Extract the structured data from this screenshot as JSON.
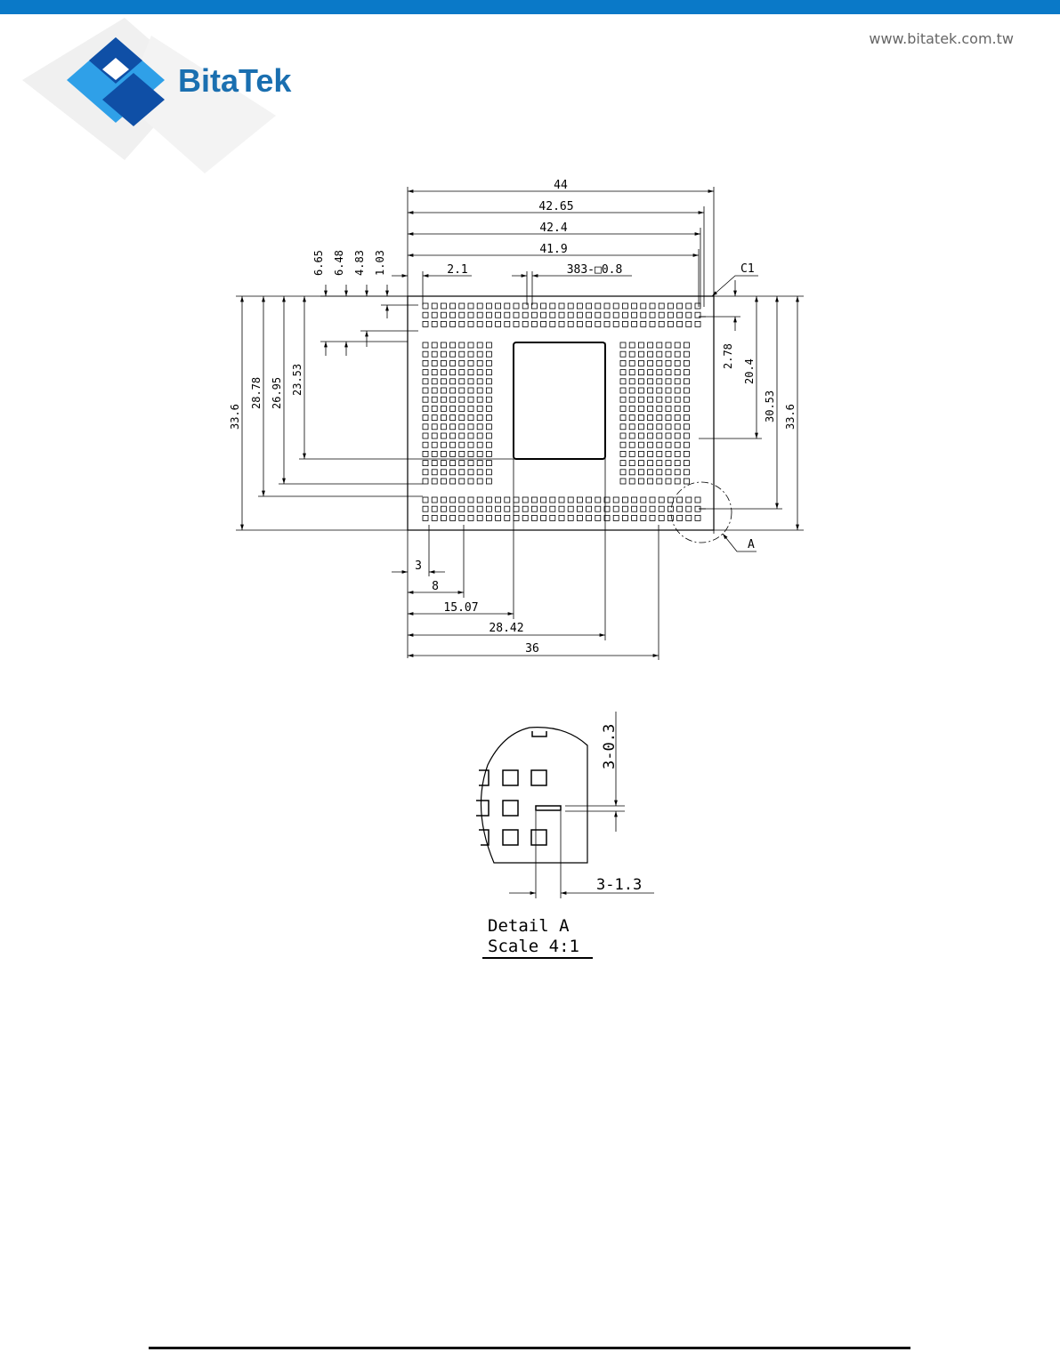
{
  "header": {
    "brand": "BitaTek",
    "url": "www.bitatek.com.tw",
    "bar_color": "#0a79c8",
    "logo_color_dark": "#0f4fa6",
    "logo_color_light": "#2fa0e8"
  },
  "drawing": {
    "top_dims": [
      "44",
      "42.65",
      "42.4",
      "41.9"
    ],
    "top_small": [
      "6.65",
      "6.48",
      "4.83",
      "1.03"
    ],
    "pitch_label": "2.1",
    "pad_spec": "383-□0.8",
    "chamfer": "C1",
    "left_dims": [
      "33.6",
      "28.78",
      "26.95",
      "23.53"
    ],
    "right_dims": [
      "2.78",
      "20.4",
      "30.53",
      "33.6"
    ],
    "bottom_dims": [
      "3",
      "8",
      "15.07",
      "28.42",
      "36"
    ],
    "detail_ref": "A",
    "detail_dims": [
      "3-0.3",
      "3-1.3"
    ],
    "detail_title": "Detail A",
    "detail_scale": "Scale 4:1"
  }
}
